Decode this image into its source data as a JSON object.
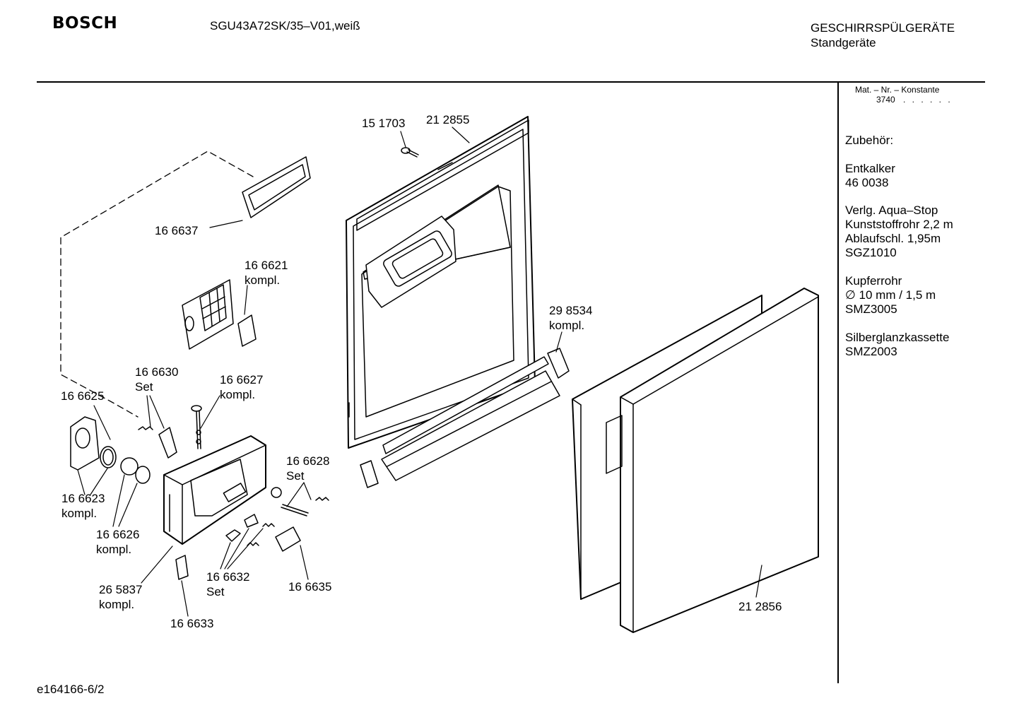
{
  "header": {
    "brand": "BOSCH",
    "model": "SGU43A72SK/35–V01,weiß",
    "category": "GESCHIRRSPÜLGERÄTE",
    "subcategory": "Standgeräte"
  },
  "material": {
    "label": "Mat. – Nr. – Konstante",
    "value": "3740",
    "dots": ". . . . . ."
  },
  "sidebar": {
    "accessories_title": "Zubehör:",
    "groups": [
      {
        "lines": [
          "Entkalker",
          "46 0038"
        ]
      },
      {
        "lines": [
          "Verlg. Aqua–Stop",
          "Kunststoffrohr 2,2 m",
          "Ablaufschl. 1,95m",
          "SGZ1010"
        ]
      },
      {
        "lines": [
          "Kupferrohr",
          "∅ 10 mm / 1,5 m",
          "SMZ3005"
        ]
      },
      {
        "lines": [
          "Silberglanzkassette",
          "SMZ2003"
        ]
      }
    ]
  },
  "parts": {
    "p151703": "15 1703",
    "p212855": "21 2855",
    "p166637": "16 6637",
    "p166621": "16 6621",
    "p166621_sub": "kompl.",
    "p298534": "29 8534",
    "p298534_sub": "kompl.",
    "p166630": "16 6630",
    "p166630_sub": "Set",
    "p166627": "16 6627",
    "p166627_sub": "kompl.",
    "p166625": "16 6625",
    "p166628": "16 6628",
    "p166628_sub": "Set",
    "p166623": "16 6623",
    "p166623_sub": "kompl.",
    "p166626": "16 6626",
    "p166626_sub": "kompl.",
    "p265837": "26 5837",
    "p265837_sub": "kompl.",
    "p166632": "16 6632",
    "p166632_sub": "Set",
    "p166635": "16 6635",
    "p166633": "16 6633",
    "p212856": "21 2856"
  },
  "footer": {
    "code": "e164166-6/2"
  }
}
